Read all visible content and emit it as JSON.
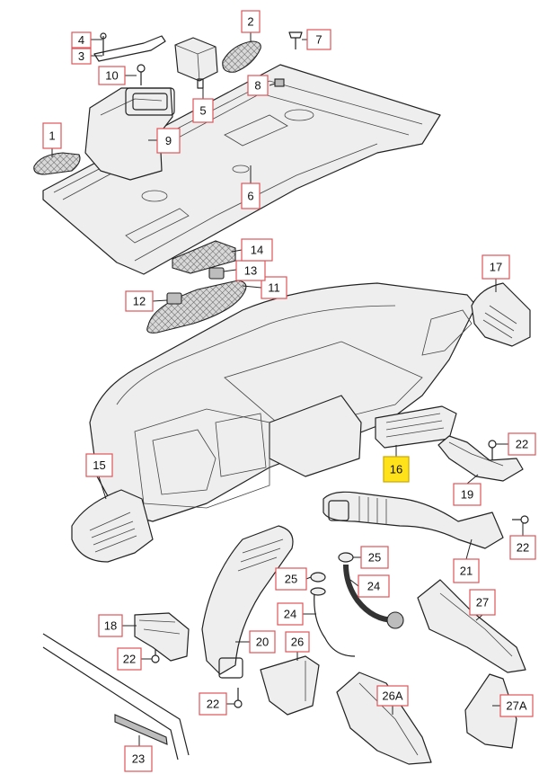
{
  "diagram": {
    "highlight_color": "#ffe21a",
    "callout_border_color": "#e0555a",
    "callouts": {
      "c1": "1",
      "c2": "2",
      "c3": "3",
      "c4": "4",
      "c5": "5",
      "c6": "6",
      "c7": "7",
      "c8": "8",
      "c9": "9",
      "c10": "10",
      "c11": "11",
      "c12": "12",
      "c13": "13",
      "c14": "14",
      "c15": "15",
      "c16": "16",
      "c17": "17",
      "c18": "18",
      "c19": "19",
      "c20": "20",
      "c21": "21",
      "c22a": "22",
      "c22b": "22",
      "c22c": "22",
      "c22d": "22",
      "c23": "23",
      "c24a": "24",
      "c24b": "24",
      "c25a": "25",
      "c25b": "25",
      "c26": "26",
      "c26a": "26A",
      "c27": "27",
      "c27a": "27A"
    }
  }
}
